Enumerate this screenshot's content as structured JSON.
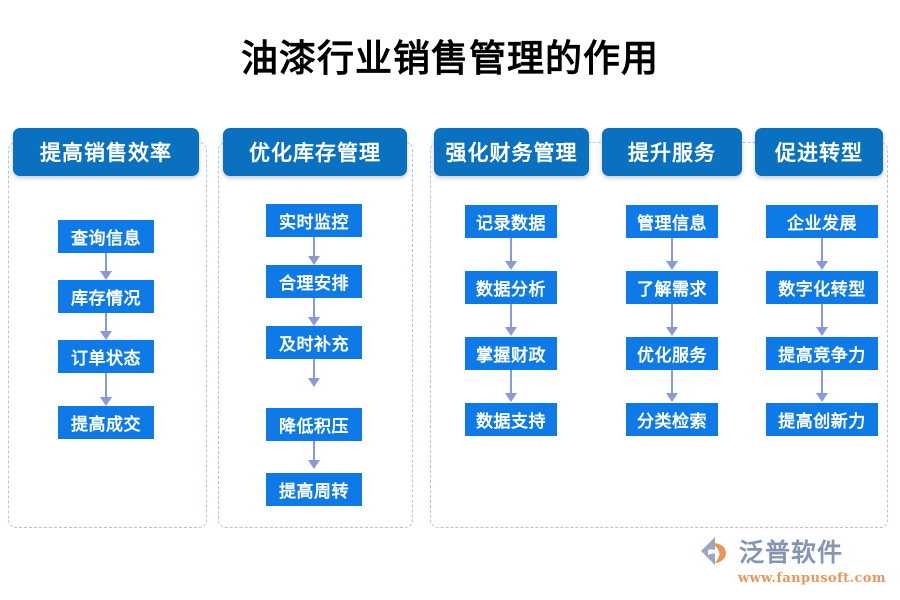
{
  "page": {
    "title": "油漆行业销售管理的作用",
    "background": "#ffffff"
  },
  "colors": {
    "header_blue": "#0a70c0",
    "item_blue": "#0d7ae8",
    "arrow_lavender": "#8a9ad9",
    "dashed_border": "#a9c8e8",
    "logo_gray": "#8795b5",
    "logo_orange": "#e8975a"
  },
  "columns": [
    {
      "id": "col-1",
      "header": "提高销售效率",
      "items": [
        "查询信息",
        "库存情况",
        "订单状态",
        "提高成交"
      ]
    },
    {
      "id": "col-2",
      "header": "优化库存管理",
      "items": [
        "实时监控",
        "合理安排",
        "及时补充",
        "降低积压",
        "提高周转"
      ]
    },
    {
      "id": "col-3",
      "header": "强化财务管理",
      "items": [
        "记录数据",
        "数据分析",
        "掌握财政",
        "数据支持"
      ]
    },
    {
      "id": "col-4",
      "header": "提升服务",
      "items": [
        "管理信息",
        "了解需求",
        "优化服务",
        "分类检索"
      ]
    },
    {
      "id": "col-5",
      "header": "促进转型",
      "items": [
        "企业发展",
        "数字化转型",
        "提高竞争力",
        "提高创新力"
      ]
    }
  ],
  "logo": {
    "name": "泛普软件",
    "url": "www.fanpusoft.com"
  }
}
